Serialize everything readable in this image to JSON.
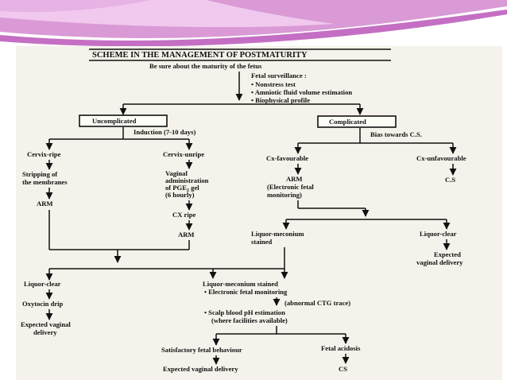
{
  "diagram": {
    "title": "SCHEME IN THE MANAGEMENT OF POSTMATURITY",
    "subtitle": "Be sure about the maturity of the fetus",
    "surveillance": {
      "heading": "Fetal surveillance :",
      "items": [
        "Nonstress test",
        "Amniotic fluid volume estimation",
        "Biophysical profile"
      ]
    },
    "uncomplicated": "Uncomplicated",
    "complicated": "Complicated",
    "induction": "Induction (7-10 days)",
    "bias": "Bias towards C.S.",
    "cervix_ripe": "Cervix-ripe",
    "cervix_unripe": "Cervix-unripe",
    "stripping": [
      "Stripping of",
      "the membranes"
    ],
    "arm": "ARM",
    "vaginal_pge": {
      "lines": [
        "Vaginal",
        "administration",
        "of PGE",
        "gel"
      ],
      "sub": "2",
      "hourly": "(6 hourly)"
    },
    "cx_ripe": "CX ripe",
    "cx_favourable": "Cx-favourable",
    "cx_unfavourable": "Cx-unfavourable",
    "cs": "C.S",
    "arm_efm": [
      "ARM",
      "(Electronic fetal",
      "monitoring)"
    ],
    "liquor_meconium_stained_right": [
      "Liquor-meconium",
      "stained"
    ],
    "liquor_clear": "Liquor-clear",
    "expected_vaginal_right": [
      "Expected",
      "vaginal delivery"
    ],
    "liquor_clear_left": "Liquor-clear",
    "oxytocin": "Oxytocin drip",
    "expected_vaginal_left": [
      "Expected vaginal",
      "delivery"
    ],
    "liquor_meconium_main": "Liquor-meconium stained",
    "efm": "Electronic fetal monitoring",
    "abnormal_ctg": "(abnormal CTG trace)",
    "scalp": [
      "Scalp blood pH estimation",
      "(where facilities available)"
    ],
    "satisfactory": "Satisfactory fetal behaviour",
    "fetal_acidosis": "Fetal acidosis",
    "expected_vaginal_bottom": "Expected vaginal delivery",
    "cs_bottom": "CS"
  }
}
